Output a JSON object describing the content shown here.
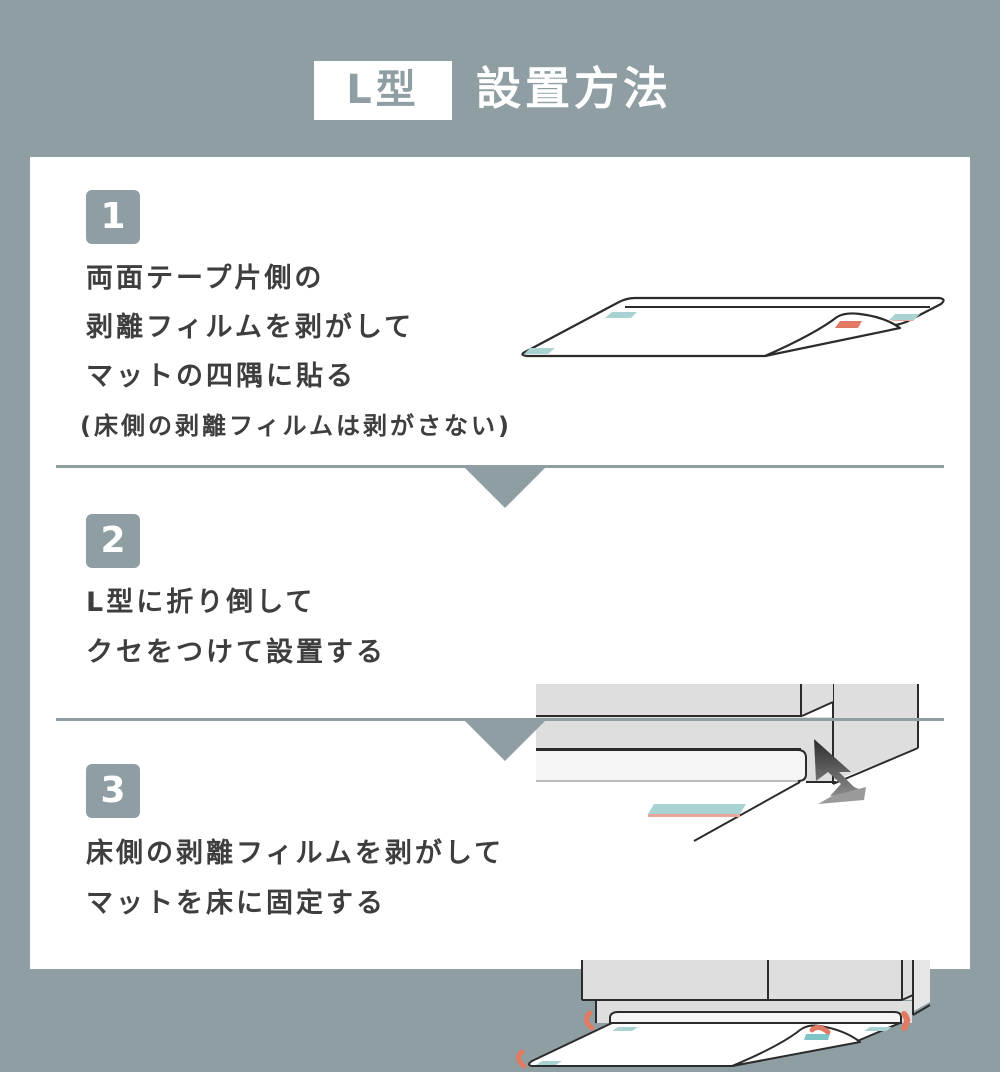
{
  "header": {
    "badge": "L型",
    "title": "設置方法"
  },
  "steps": [
    {
      "number": "1",
      "lines": [
        "両面テープ片側の",
        "剥離フィルムを剥がして",
        "マットの四隅に貼る",
        "(床側の剥離フィルムは剥がさない)"
      ],
      "illustration": "mat-peel-tape-illustration"
    },
    {
      "number": "2",
      "lines": [
        "L型に折り倒して",
        "クセをつけて設置する"
      ],
      "illustration": "mat-fold-under-appliance-illustration"
    },
    {
      "number": "3",
      "lines": [
        "床側の剥離フィルムを剥がして",
        "マットを床に固定する"
      ],
      "illustration": "mat-fix-to-floor-illustration"
    }
  ],
  "colors": {
    "background": "#8f9ea3",
    "panel": "#ffffff",
    "text": "#3e3e3e",
    "tape_blue": "#a9d3d3",
    "tape_red": "#e07a62",
    "appliance_gray": "#dedede"
  }
}
